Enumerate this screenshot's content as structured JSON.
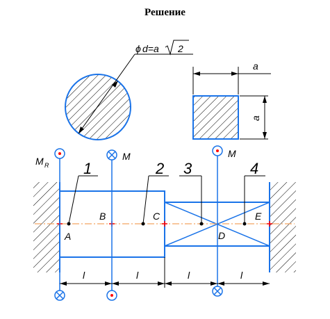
{
  "title": "Решение",
  "round_section": {
    "dimension_phi": "ϕ",
    "dimension_formula": "d=a",
    "dimension_root": "2"
  },
  "square_section": {
    "width_label": "a",
    "height_label": "a"
  },
  "moments": {
    "left_support": "M",
    "left_support_subscript": "R",
    "load_1": "M",
    "load_2": "M"
  },
  "sections": [
    "1",
    "2",
    "3",
    "4"
  ],
  "points": [
    "A",
    "B",
    "C",
    "D",
    "E"
  ],
  "lengths": [
    "l",
    "l",
    "l",
    "l"
  ],
  "colors": {
    "line": "#1a73e8",
    "hatch": "#000000",
    "axis": "#f4a460",
    "marker": "#ff0000"
  }
}
